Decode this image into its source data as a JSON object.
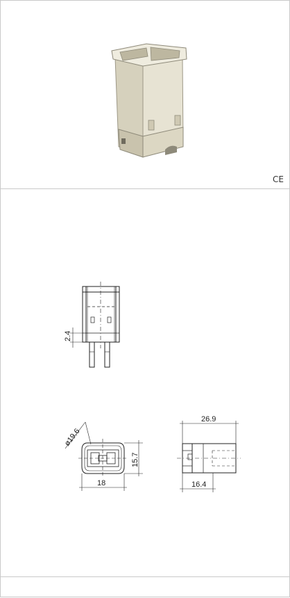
{
  "marks": {
    "ce": "CE"
  },
  "dimensions": {
    "side_height": "2.4",
    "diameter": "ø19.6",
    "front_height": "15.7",
    "front_width": "18",
    "top_length": "26.9",
    "top_partial": "16.4"
  }
}
